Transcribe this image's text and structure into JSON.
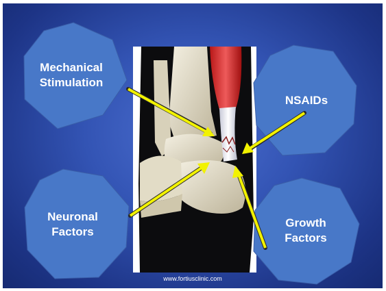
{
  "colors": {
    "background": "#2e4fae",
    "polygon_fill": "#4878c8",
    "arrow": "#f2f200",
    "text": "#ffffff"
  },
  "labels": {
    "mechanical": [
      "Mechanical",
      "Stimulation"
    ],
    "nsaids": [
      "NSAIDs"
    ],
    "neuronal": [
      "Neuronal",
      "Factors"
    ],
    "growth": [
      "Growth",
      "Factors"
    ]
  },
  "footer": "www.fortiusclinic.com",
  "image": {
    "icon": "ankle-achilles-tendon-illustration"
  }
}
